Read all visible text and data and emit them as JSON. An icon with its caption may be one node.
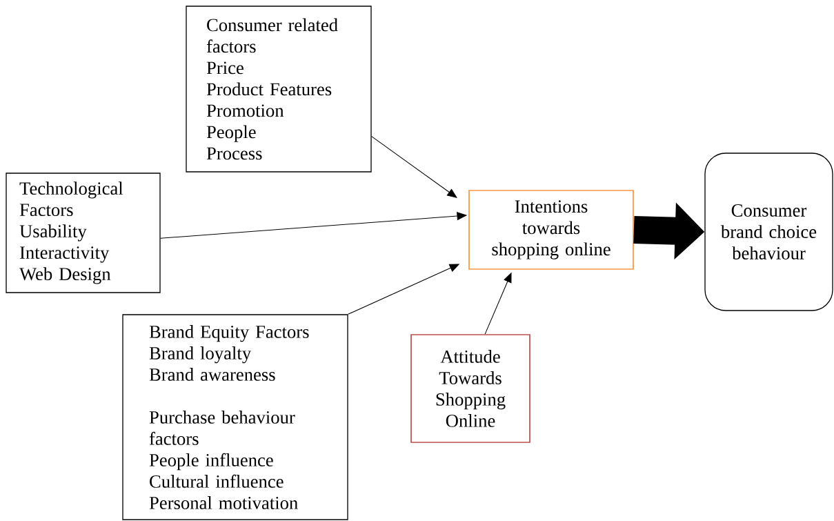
{
  "diagram": {
    "nodes": [
      {
        "text": [
          "Consumer related factors",
          "Price",
          "Product Features",
          "Promotion",
          "People",
          "Process"
        ]
      },
      {
        "text": [
          "Technological Factors",
          "Usability",
          "Interactivity",
          "Web Design"
        ]
      },
      {
        "text": [
          "Intentions towards shopping online"
        ]
      },
      {
        "text": [
          "Consumer brand choice behaviour"
        ]
      },
      {
        "text": [
          "Brand Equity Factors",
          "Brand loyalty",
          "Brand awareness",
          "Purchase behaviour factors",
          "People influence",
          "Cultural influence",
          "Personal motivation"
        ]
      },
      {
        "text": [
          "Attitude Towards Shopping Online"
        ]
      }
    ],
    "edges": [
      {
        "from": 0,
        "to": 2,
        "arrow": "to"
      },
      {
        "from": 1,
        "to": 2,
        "arrow": "to"
      },
      {
        "from": 4,
        "to": 2,
        "arrow": "to"
      },
      {
        "from": 5,
        "to": 2,
        "arrow": "to"
      },
      {
        "from": 2,
        "to": 3,
        "arrow": "to",
        "style": "thick"
      }
    ]
  }
}
